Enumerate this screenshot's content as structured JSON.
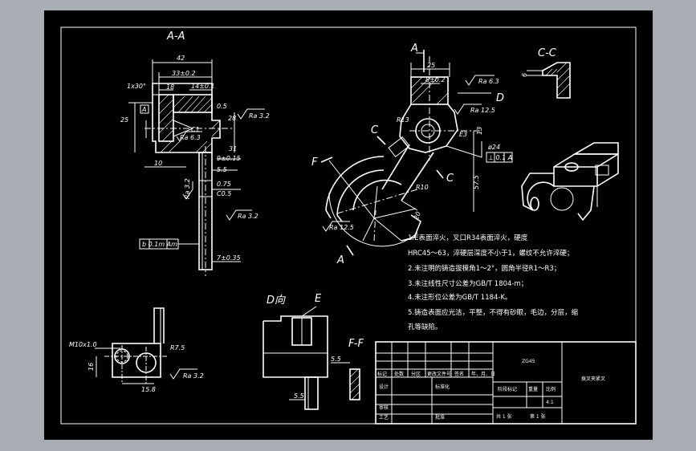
{
  "section_labels": {
    "a_a": "A-A",
    "c_c": "C-C",
    "d_view": "D向",
    "e": "E",
    "f_f": "F-F",
    "a_top": "A",
    "a_bottom": "A",
    "c_left": "C",
    "c_right": "C",
    "d_arrow": "D",
    "f_arrow": "F"
  },
  "dimensions": {
    "d42": "42",
    "d33": "33±0.2",
    "d1x30": "1x30°",
    "d18": "18",
    "d14": "14±0.1",
    "d05": "0.5",
    "d25v": "25",
    "d28": "28",
    "dC1": "C1",
    "d31": "31",
    "d9": "9±0.15",
    "d10": "10",
    "d55a": "5.5",
    "d075": "0.75",
    "dC05": "C0.5",
    "d7": "7±0.35",
    "d25h": "25",
    "dP8": "8±0.2",
    "dR13": "R13",
    "dE3": "E3",
    "d13": "13",
    "d24": "ø24",
    "d575": "57.5",
    "dR10": "R10",
    "d20": "20",
    "d6": "6",
    "dM10": "M10x1.0",
    "dR75": "R7.5",
    "d16": "16",
    "d158": "15.8",
    "d55b": "5.5",
    "d55c": "5.5"
  },
  "roughness": {
    "r1": "Ra 6.3",
    "r2": "Ra 3.2",
    "r3": "Ra 12.5",
    "r4": "Ra 6.3",
    "r5": "Ra 12.5",
    "r6": "Ra 6.3",
    "r7": "Ra 3.2"
  },
  "tolerance": {
    "flag_a": "A",
    "flag_b": "b",
    "frame_right": "⊥  0.1  A",
    "frame_left": "b  0.1m  Am"
  },
  "notes": [
    "1.E表面淬火，叉口R34表面淬火，硬度",
    "HRC45～63，淬硬层深度不小于1，螺纹不允许淬硬；",
    "2.未注明的铸造拔模角1～2°，圆角半径R1～R3；",
    "3.未注线性尺寸公差为GB/T 1804-m；",
    "4.未注形位公差为GB/T 1184-K。",
    "5.铸造表面应光洁，平整，不得有砂眼，毛边，分层，缩",
    "孔等缺陷。"
  ],
  "title_block": {
    "material": "ZG45",
    "part_name": "拨叉夹紧叉",
    "marks": "标记",
    "count": "处数",
    "zone": "分区",
    "change_doc": "更改文件号",
    "sign": "签名",
    "date": "年、月、日",
    "design": "设计",
    "standardize": "标准化",
    "stage_mark": "阶段标记",
    "weight": "重量",
    "scale": "比例",
    "scale_value": "4:1",
    "review": "审核",
    "process": "工艺",
    "approve": "批准",
    "sheets": "共  1  张",
    "sheet_no": "第  1  张"
  }
}
